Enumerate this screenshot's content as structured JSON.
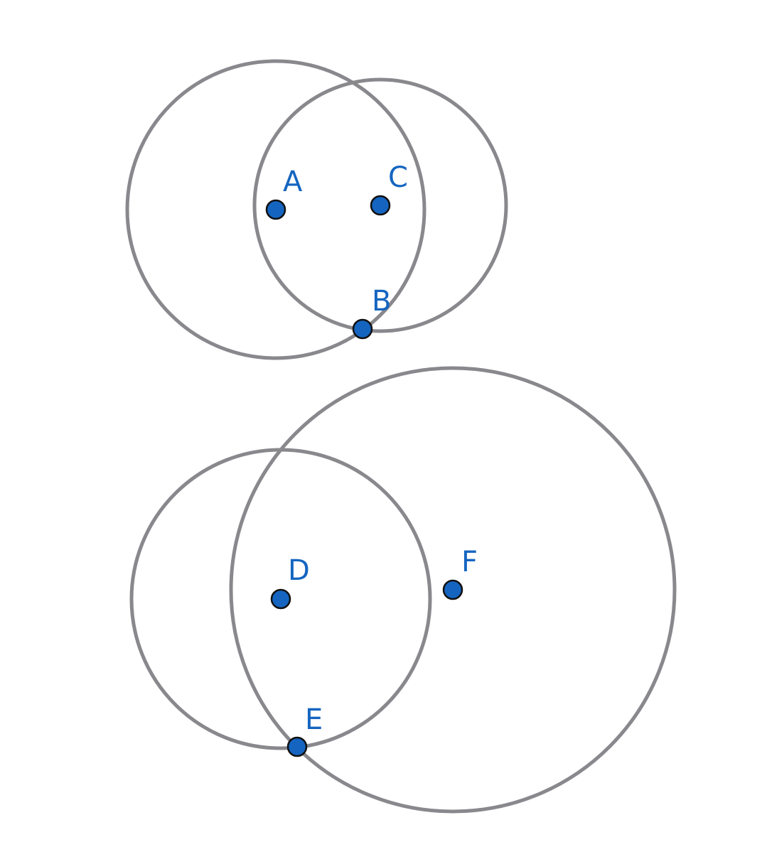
{
  "colors": {
    "point": "#1565c0",
    "circle": "#88888d",
    "label": "#1565c0"
  },
  "points": {
    "A": {
      "label": "A"
    },
    "B": {
      "label": "B"
    },
    "C": {
      "label": "C"
    },
    "D": {
      "label": "D"
    },
    "E": {
      "label": "E"
    },
    "F": {
      "label": "F"
    }
  },
  "circles": [
    {
      "center": "A",
      "through": "B"
    },
    {
      "center": "C",
      "through": "B"
    },
    {
      "center": "D",
      "through": "E"
    },
    {
      "center": "F",
      "through": "E"
    }
  ]
}
